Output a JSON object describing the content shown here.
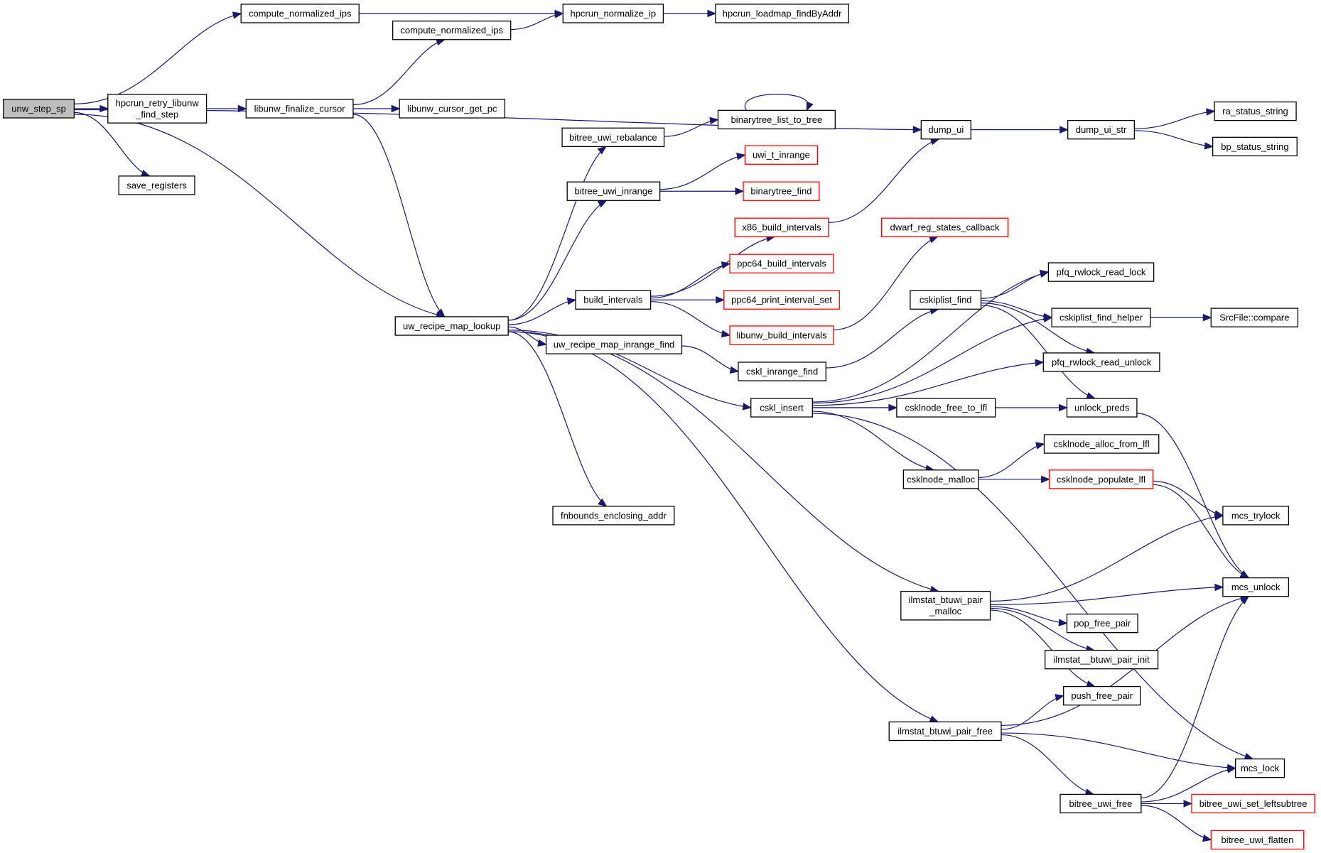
{
  "title": "unw_step_sp call graph",
  "colors": {
    "edge": "#191970",
    "root_fill": "#bfbfbf",
    "external_border": "#ff0000",
    "node_border": "#000000"
  },
  "nodes": [
    {
      "id": "unw_step_sp",
      "label": "unw_step_sp",
      "root": true
    },
    {
      "id": "cni1",
      "label": "compute_normalized_ips"
    },
    {
      "id": "cni2",
      "label": "compute_normalized_ips"
    },
    {
      "id": "hpcrun_normalize_ip",
      "label": "hpcrun_normalize_ip"
    },
    {
      "id": "hpcrun_loadmap_findByAddr",
      "label": "hpcrun_loadmap_findByAddr"
    },
    {
      "id": "hpcrun_retry",
      "label": "hpcrun_retry_libunw\n_find_step"
    },
    {
      "id": "libunw_finalize_cursor",
      "label": "libunw_finalize_cursor"
    },
    {
      "id": "libunw_cursor_get_pc",
      "label": "libunw_cursor_get_pc"
    },
    {
      "id": "save_registers",
      "label": "save_registers"
    },
    {
      "id": "dump_ui",
      "label": "dump_ui"
    },
    {
      "id": "dump_ui_str",
      "label": "dump_ui_str"
    },
    {
      "id": "ra_status_string",
      "label": "ra_status_string"
    },
    {
      "id": "bp_status_string",
      "label": "bp_status_string"
    },
    {
      "id": "bitree_uwi_rebalance",
      "label": "bitree_uwi_rebalance"
    },
    {
      "id": "binarytree_list_to_tree",
      "label": "binarytree_list_to_tree"
    },
    {
      "id": "bitree_uwi_inrange",
      "label": "bitree_uwi_inrange"
    },
    {
      "id": "uwi_t_inrange",
      "label": "uwi_t_inrange",
      "external": true
    },
    {
      "id": "binarytree_find",
      "label": "binarytree_find",
      "external": true
    },
    {
      "id": "x86_build_intervals",
      "label": "x86_build_intervals",
      "external": true
    },
    {
      "id": "dwarf_reg_states_callback",
      "label": "dwarf_reg_states_callback",
      "external": true
    },
    {
      "id": "ppc64_build_intervals",
      "label": "ppc64_build_intervals",
      "external": true
    },
    {
      "id": "ppc64_print_interval_set",
      "label": "ppc64_print_interval_set",
      "external": true
    },
    {
      "id": "libunw_build_intervals",
      "label": "libunw_build_intervals",
      "external": true
    },
    {
      "id": "build_intervals",
      "label": "build_intervals"
    },
    {
      "id": "uw_recipe_map_lookup",
      "label": "uw_recipe_map_lookup"
    },
    {
      "id": "uw_recipe_map_inrange_find",
      "label": "uw_recipe_map_inrange_find"
    },
    {
      "id": "cskl_inrange_find",
      "label": "cskl_inrange_find"
    },
    {
      "id": "cskl_insert",
      "label": "cskl_insert"
    },
    {
      "id": "cskiplist_find",
      "label": "cskiplist_find"
    },
    {
      "id": "pfq_rwlock_read_lock",
      "label": "pfq_rwlock_read_lock"
    },
    {
      "id": "cskiplist_find_helper",
      "label": "cskiplist_find_helper"
    },
    {
      "id": "SrcFile_compare",
      "label": "SrcFile::compare"
    },
    {
      "id": "pfq_rwlock_read_unlock",
      "label": "pfq_rwlock_read_unlock"
    },
    {
      "id": "csklnode_free_to_lfl",
      "label": "csklnode_free_to_lfl"
    },
    {
      "id": "unlock_preds",
      "label": "unlock_preds"
    },
    {
      "id": "csklnode_alloc_from_lfl",
      "label": "csklnode_alloc_from_lfl"
    },
    {
      "id": "csklnode_malloc",
      "label": "csklnode_malloc"
    },
    {
      "id": "csklnode_populate_lfl",
      "label": "csklnode_populate_lfl",
      "external": true
    },
    {
      "id": "fnbounds_enclosing_addr",
      "label": "fnbounds_enclosing_addr"
    },
    {
      "id": "mcs_trylock",
      "label": "mcs_trylock"
    },
    {
      "id": "mcs_unlock",
      "label": "mcs_unlock"
    },
    {
      "id": "ilmstat_btuwi_pair_malloc",
      "label": "ilmstat_btuwi_pair\n_malloc"
    },
    {
      "id": "pop_free_pair",
      "label": "pop_free_pair"
    },
    {
      "id": "ilmstat__btuwi_pair_init",
      "label": "ilmstat__btuwi_pair_init"
    },
    {
      "id": "push_free_pair",
      "label": "push_free_pair"
    },
    {
      "id": "ilmstat_btuwi_pair_free",
      "label": "ilmstat_btuwi_pair_free"
    },
    {
      "id": "mcs_lock",
      "label": "mcs_lock"
    },
    {
      "id": "bitree_uwi_free",
      "label": "bitree_uwi_free"
    },
    {
      "id": "bitree_uwi_set_leftsubtree",
      "label": "bitree_uwi_set_leftsubtree",
      "external": true
    },
    {
      "id": "bitree_uwi_flatten",
      "label": "bitree_uwi_flatten",
      "external": true
    }
  ],
  "edges": [
    [
      "unw_step_sp",
      "cni1"
    ],
    [
      "unw_step_sp",
      "hpcrun_retry"
    ],
    [
      "unw_step_sp",
      "save_registers"
    ],
    [
      "unw_step_sp",
      "dump_ui"
    ],
    [
      "unw_step_sp",
      "uw_recipe_map_lookup"
    ],
    [
      "cni1",
      "hpcrun_normalize_ip"
    ],
    [
      "cni2",
      "hpcrun_normalize_ip"
    ],
    [
      "hpcrun_normalize_ip",
      "hpcrun_loadmap_findByAddr"
    ],
    [
      "hpcrun_retry",
      "libunw_finalize_cursor"
    ],
    [
      "libunw_finalize_cursor",
      "cni2"
    ],
    [
      "libunw_finalize_cursor",
      "libunw_cursor_get_pc"
    ],
    [
      "libunw_finalize_cursor",
      "uw_recipe_map_lookup"
    ],
    [
      "dump_ui",
      "dump_ui_str"
    ],
    [
      "dump_ui_str",
      "ra_status_string"
    ],
    [
      "dump_ui_str",
      "bp_status_string"
    ],
    [
      "uw_recipe_map_lookup",
      "bitree_uwi_rebalance"
    ],
    [
      "uw_recipe_map_lookup",
      "bitree_uwi_inrange"
    ],
    [
      "uw_recipe_map_lookup",
      "build_intervals"
    ],
    [
      "uw_recipe_map_lookup",
      "uw_recipe_map_inrange_find"
    ],
    [
      "uw_recipe_map_lookup",
      "cskl_insert"
    ],
    [
      "uw_recipe_map_lookup",
      "fnbounds_enclosing_addr"
    ],
    [
      "uw_recipe_map_lookup",
      "ilmstat_btuwi_pair_malloc"
    ],
    [
      "uw_recipe_map_lookup",
      "ilmstat_btuwi_pair_free"
    ],
    [
      "bitree_uwi_rebalance",
      "binarytree_list_to_tree"
    ],
    [
      "binarytree_list_to_tree",
      "binarytree_list_to_tree"
    ],
    [
      "bitree_uwi_inrange",
      "uwi_t_inrange"
    ],
    [
      "bitree_uwi_inrange",
      "binarytree_find"
    ],
    [
      "build_intervals",
      "x86_build_intervals"
    ],
    [
      "build_intervals",
      "ppc64_build_intervals"
    ],
    [
      "build_intervals",
      "ppc64_print_interval_set"
    ],
    [
      "build_intervals",
      "libunw_build_intervals"
    ],
    [
      "x86_build_intervals",
      "dump_ui"
    ],
    [
      "libunw_build_intervals",
      "dwarf_reg_states_callback"
    ],
    [
      "uw_recipe_map_inrange_find",
      "cskl_inrange_find"
    ],
    [
      "cskl_inrange_find",
      "cskiplist_find"
    ],
    [
      "cskiplist_find",
      "pfq_rwlock_read_lock"
    ],
    [
      "cskiplist_find",
      "cskiplist_find_helper"
    ],
    [
      "cskiplist_find",
      "pfq_rwlock_read_unlock"
    ],
    [
      "cskiplist_find",
      "unlock_preds"
    ],
    [
      "cskiplist_find_helper",
      "SrcFile_compare"
    ],
    [
      "cskl_insert",
      "pfq_rwlock_read_lock"
    ],
    [
      "cskl_insert",
      "cskiplist_find_helper"
    ],
    [
      "cskl_insert",
      "pfq_rwlock_read_unlock"
    ],
    [
      "cskl_insert",
      "csklnode_free_to_lfl"
    ],
    [
      "cskl_insert",
      "unlock_preds"
    ],
    [
      "cskl_insert",
      "csklnode_malloc"
    ],
    [
      "cskl_insert",
      "mcs_lock"
    ],
    [
      "unlock_preds",
      "mcs_unlock"
    ],
    [
      "csklnode_malloc",
      "csklnode_alloc_from_lfl"
    ],
    [
      "csklnode_malloc",
      "csklnode_populate_lfl"
    ],
    [
      "csklnode_populate_lfl",
      "mcs_trylock"
    ],
    [
      "csklnode_populate_lfl",
      "mcs_unlock"
    ],
    [
      "ilmstat_btuwi_pair_malloc",
      "mcs_trylock"
    ],
    [
      "ilmstat_btuwi_pair_malloc",
      "mcs_unlock"
    ],
    [
      "ilmstat_btuwi_pair_malloc",
      "pop_free_pair"
    ],
    [
      "ilmstat_btuwi_pair_malloc",
      "ilmstat__btuwi_pair_init"
    ],
    [
      "ilmstat_btuwi_pair_malloc",
      "push_free_pair"
    ],
    [
      "ilmstat_btuwi_pair_free",
      "push_free_pair"
    ],
    [
      "ilmstat_btuwi_pair_free",
      "mcs_unlock"
    ],
    [
      "ilmstat_btuwi_pair_free",
      "mcs_lock"
    ],
    [
      "ilmstat_btuwi_pair_free",
      "bitree_uwi_free"
    ],
    [
      "bitree_uwi_free",
      "mcs_unlock"
    ],
    [
      "bitree_uwi_free",
      "mcs_lock"
    ],
    [
      "bitree_uwi_free",
      "bitree_uwi_set_leftsubtree"
    ],
    [
      "bitree_uwi_free",
      "bitree_uwi_flatten"
    ]
  ]
}
